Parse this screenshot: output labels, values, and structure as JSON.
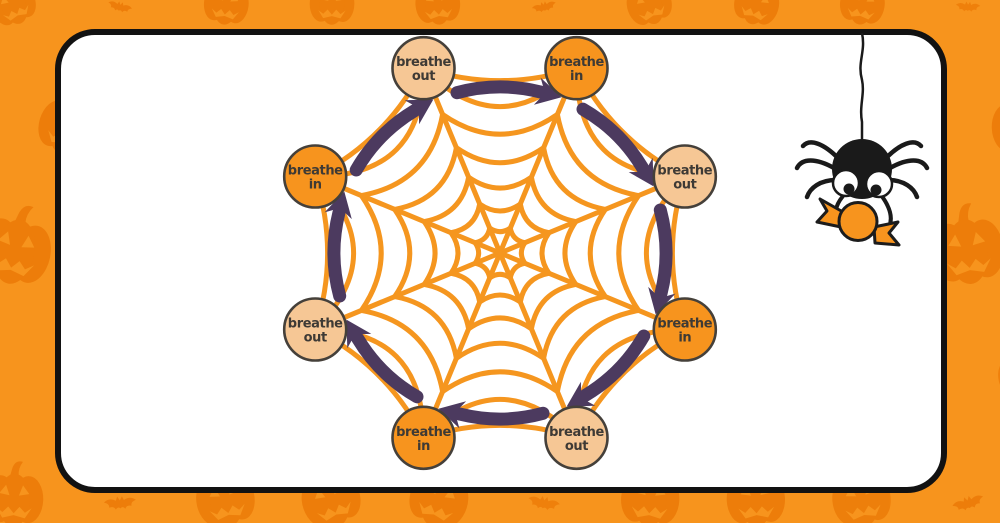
{
  "colors": {
    "background": "#f7941d",
    "motif": "#ed7d0a",
    "web": "#f5961f",
    "arrow": "#4c3a5f",
    "node_in_fill": "#f7941e",
    "node_out_fill": "#f6c795",
    "node_border": "#45403a",
    "text": "#3e3a35",
    "spider": "#1a1a1a",
    "candy": "#f7941e",
    "card_background": "#ffffff",
    "card_border": "#121212"
  },
  "web": {
    "cycle_direction": "clockwise",
    "nodes": [
      {
        "position": "top-left",
        "line1": "breathe",
        "line2": "out",
        "variant": "out"
      },
      {
        "position": "top-right",
        "line1": "breathe",
        "line2": "in",
        "variant": "in"
      },
      {
        "position": "right-upper",
        "line1": "breathe",
        "line2": "out",
        "variant": "out"
      },
      {
        "position": "right-lower",
        "line1": "breathe",
        "line2": "in",
        "variant": "in"
      },
      {
        "position": "bottom-right",
        "line1": "breathe",
        "line2": "out",
        "variant": "out"
      },
      {
        "position": "bottom-left",
        "line1": "breathe",
        "line2": "in",
        "variant": "in"
      },
      {
        "position": "left-lower",
        "line1": "breathe",
        "line2": "out",
        "variant": "out"
      },
      {
        "position": "left-upper",
        "line1": "breathe",
        "line2": "in",
        "variant": "in"
      }
    ]
  },
  "icons": {
    "spider": "black-spider-holding-candy",
    "pattern": "pumpkins-and-bats"
  }
}
